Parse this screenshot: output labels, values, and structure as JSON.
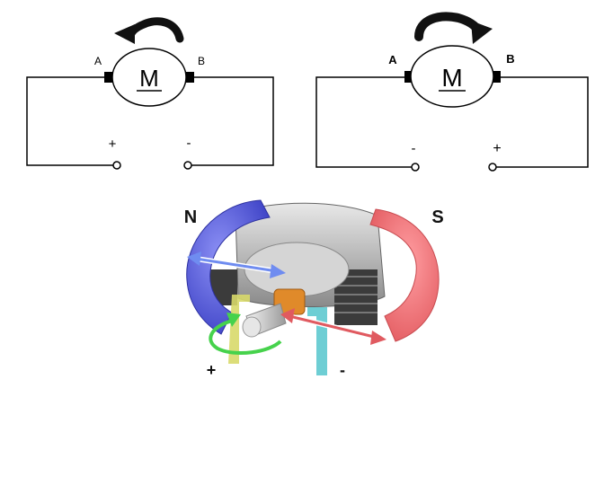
{
  "left_circuit": {
    "motor_label": "M",
    "terminal_a": "A",
    "terminal_b": "B",
    "supply_left": "+",
    "supply_right": "-"
  },
  "right_circuit": {
    "motor_label": "M",
    "terminal_a": "A",
    "terminal_b": "B",
    "supply_left": "-",
    "supply_right": "+"
  },
  "motor_illustration": {
    "north_pole": "N",
    "south_pole": "S",
    "brush_positive": "+",
    "brush_negative": "-"
  },
  "colors": {
    "north_magnet": "#4b4fd6",
    "south_magnet": "#ef6e72",
    "brush_positive": "#d8d96a",
    "brush_negative": "#5ec9cf",
    "commutator": "#e08a2a",
    "rotation_arrow": "#46d24c",
    "wire": "#000000"
  },
  "icons": {
    "rotation_left": "counterclockwise-arrow-icon",
    "rotation_right": "clockwise-arrow-icon"
  }
}
